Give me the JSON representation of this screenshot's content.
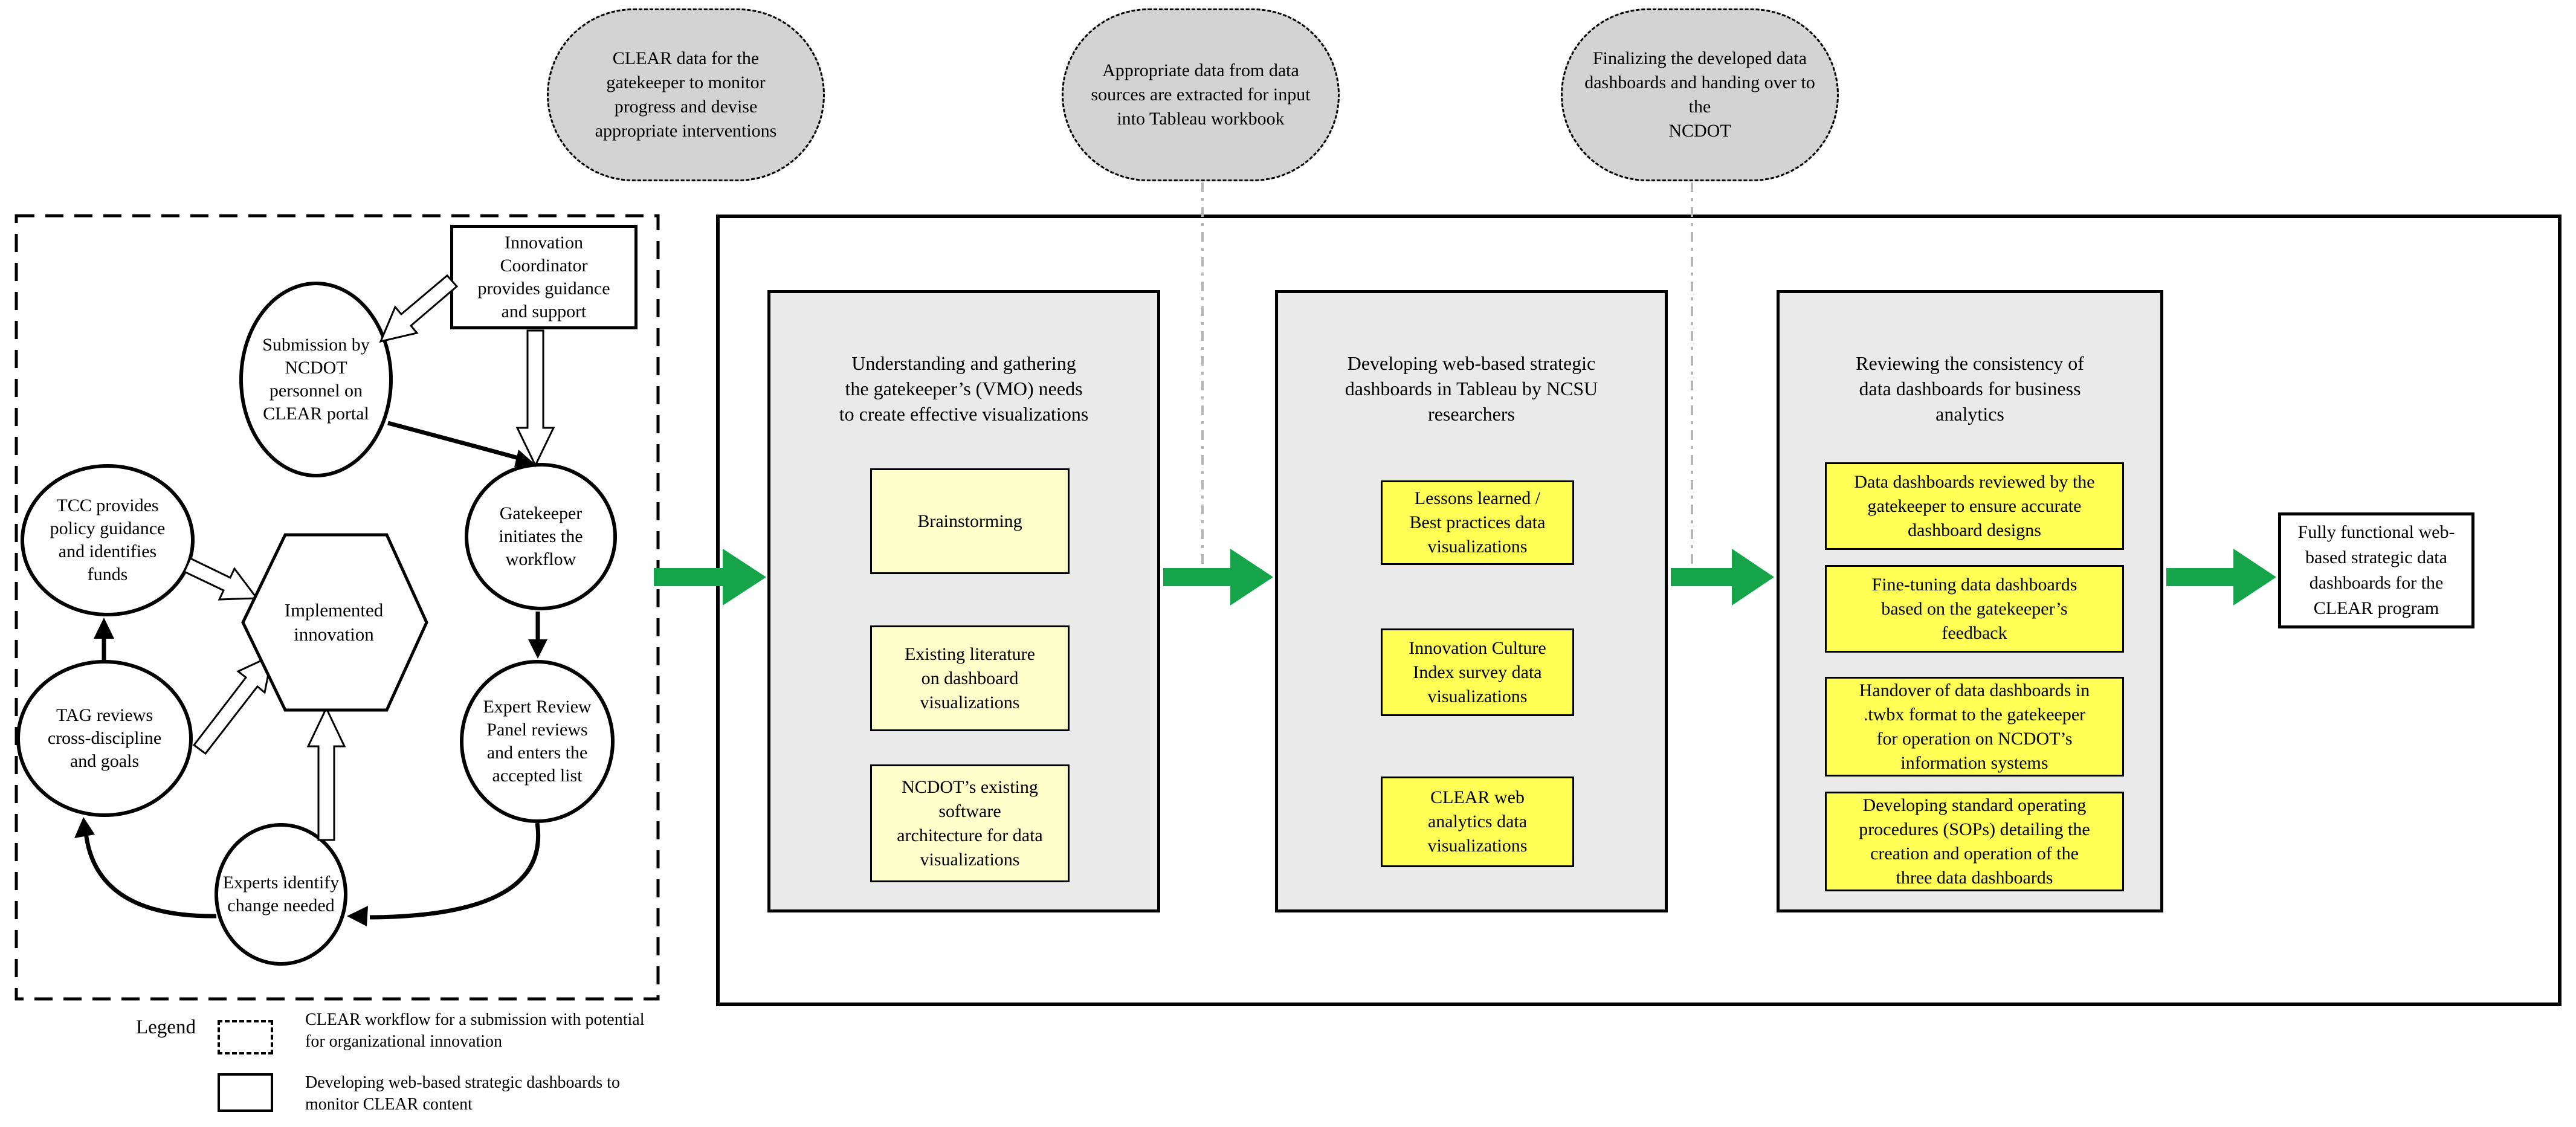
{
  "stadiums": [
    {
      "text": "CLEAR data for the\ngatekeeper to monitor\nprogress and devise\nappropriate interventions"
    },
    {
      "text": "Appropriate data from data\nsources are extracted for input\ninto Tableau workbook"
    },
    {
      "text": "Finalizing the developed data\ndashboards and handing over to the\nNCDOT"
    }
  ],
  "workflow": {
    "innovation_coordinator": "Innovation\nCoordinator\nprovides guidance\nand support",
    "submission": "Submission by\nNCDOT\npersonnel on\nCLEAR portal",
    "gatekeeper": "Gatekeeper\ninitiates the\nworkflow",
    "expert_panel": "Expert Review\nPanel reviews\nand enters the\naccepted list",
    "tcc": "TCC provides\npolicy guidance\nand identifies\nfunds",
    "tag": "TAG reviews\ncross-discipline\nand goals",
    "hexagon": "Implemented\ninnovation",
    "experts": "Experts identify\nchange needed"
  },
  "phases": [
    {
      "title": "Understanding and gathering\nthe gatekeeper’s (VMO) needs\nto create effective visualizations",
      "items": [
        "Brainstorming",
        "Existing literature\non dashboard\nvisualizations",
        "NCDOT’s existing\nsoftware\narchitecture for data\nvisualizations"
      ]
    },
    {
      "title": "Developing web-based strategic\ndashboards in Tableau by NCSU\nresearchers",
      "items": [
        "Lessons learned /\nBest practices data\nvisualizations",
        "Innovation Culture\nIndex survey data\nvisualizations",
        "CLEAR web\nanalytics data\nvisualizations"
      ]
    },
    {
      "title": "Reviewing the consistency of\ndata dashboards for business\nanalytics",
      "items": [
        "Data dashboards reviewed by the\ngatekeeper to ensure accurate\ndashboard designs",
        "Fine-tuning data dashboards\nbased on the gatekeeper’s\nfeedback",
        "Handover of data dashboards in\n.twbx format to the gatekeeper\nfor operation on NCDOT’s\ninformation systems",
        "Developing standard operating\nprocedures (SOPs) detailing the\ncreation and operation of the\nthree data dashboards"
      ]
    }
  ],
  "outcome": {
    "text": "Fully functional web-\nbased strategic data\ndashboards for the\nCLEAR program"
  },
  "legend": {
    "label": "Legend",
    "items": [
      {
        "text": "CLEAR workflow for a submission with potential\nfor organizational innovation"
      },
      {
        "text": "Developing web-based strategic dashboards to\nmonitor CLEAR content"
      }
    ]
  },
  "colors": {
    "stadium_fill": "#D3D3D3",
    "phase_fill": "#EAEAEA",
    "pale_yellow": "#FFFFCC",
    "bright_yellow": "#FFFF55",
    "green_arrow": "#16A44B",
    "connector_gray": "#B5B5B5"
  }
}
